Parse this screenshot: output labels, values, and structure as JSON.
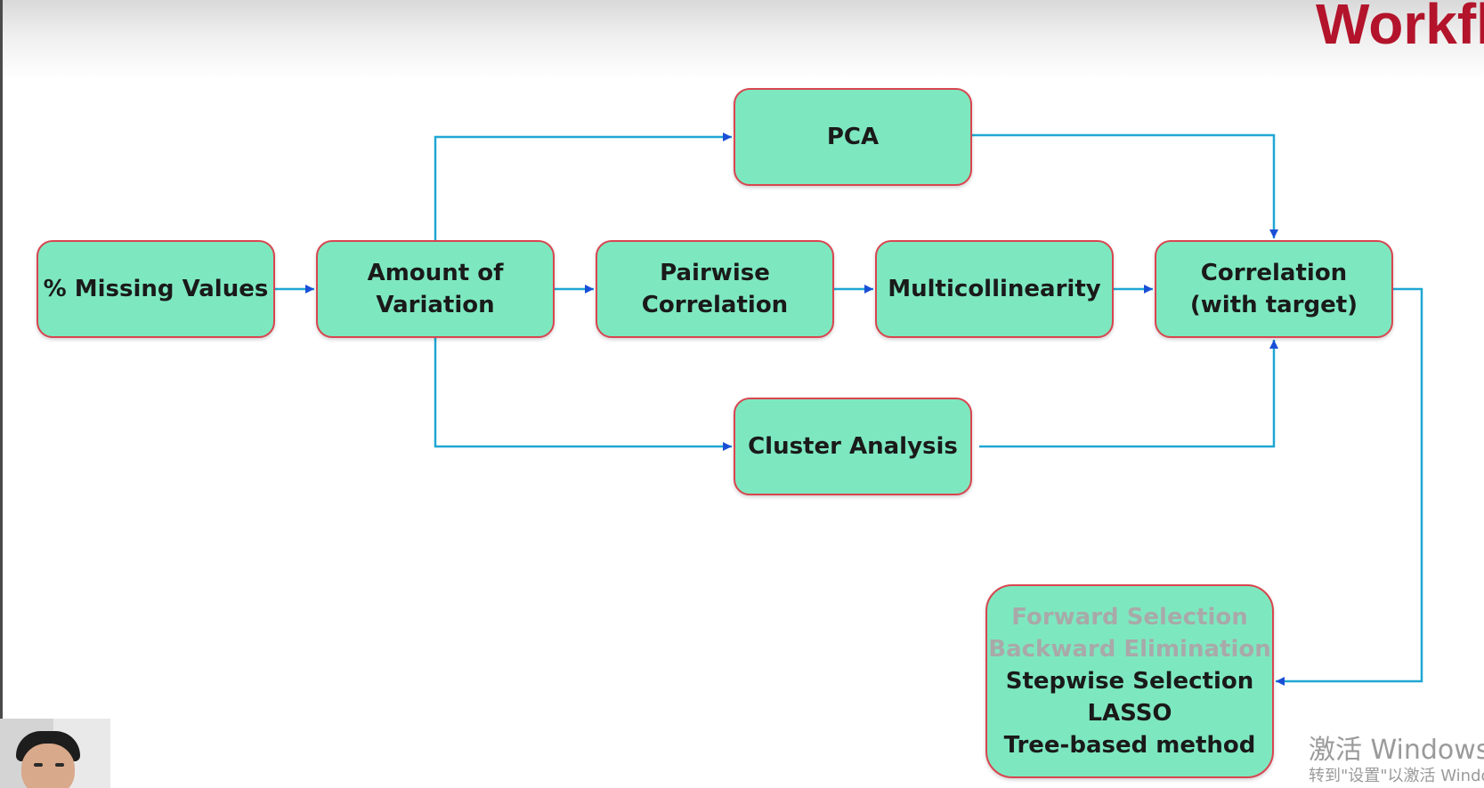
{
  "slide": {
    "title": "Workfl"
  },
  "nodes": {
    "missing": {
      "lines": [
        "% Missing Values"
      ]
    },
    "variation": {
      "lines": [
        "Amount of",
        "Variation"
      ]
    },
    "pairwise": {
      "lines": [
        "Pairwise",
        "Correlation"
      ]
    },
    "multicollinearity": {
      "lines": [
        "Multicollinearity"
      ]
    },
    "correlation_target": {
      "lines": [
        "Correlation",
        "(with target)"
      ]
    },
    "pca": {
      "lines": [
        "PCA"
      ]
    },
    "cluster": {
      "lines": [
        "Cluster Analysis"
      ]
    },
    "selection": {
      "lines": [
        "Forward Selection",
        "Backward Elimination",
        "Stepwise Selection",
        "LASSO",
        "Tree-based method"
      ],
      "dimmed": [
        "Forward Selection",
        "Backward Elimination"
      ]
    }
  },
  "edges": [
    {
      "from": "missing",
      "to": "variation"
    },
    {
      "from": "variation",
      "to": "pairwise"
    },
    {
      "from": "pairwise",
      "to": "multicollinearity"
    },
    {
      "from": "multicollinearity",
      "to": "correlation_target"
    },
    {
      "from": "variation",
      "to": "pca"
    },
    {
      "from": "pca",
      "to": "correlation_target"
    },
    {
      "from": "variation",
      "to": "cluster"
    },
    {
      "from": "cluster",
      "to": "correlation_target"
    },
    {
      "from": "correlation_target",
      "to": "selection"
    }
  ],
  "colors": {
    "node_fill": "#7de8c0",
    "node_border": "#d9454f",
    "edge": "#1fa7d3",
    "arrowhead": "#1a4fd6",
    "title": "#b3142b"
  },
  "overlay": {
    "watermark_line1": "激活 Windows",
    "watermark_line2": "转到\"设置\"以激活 Windows。"
  }
}
